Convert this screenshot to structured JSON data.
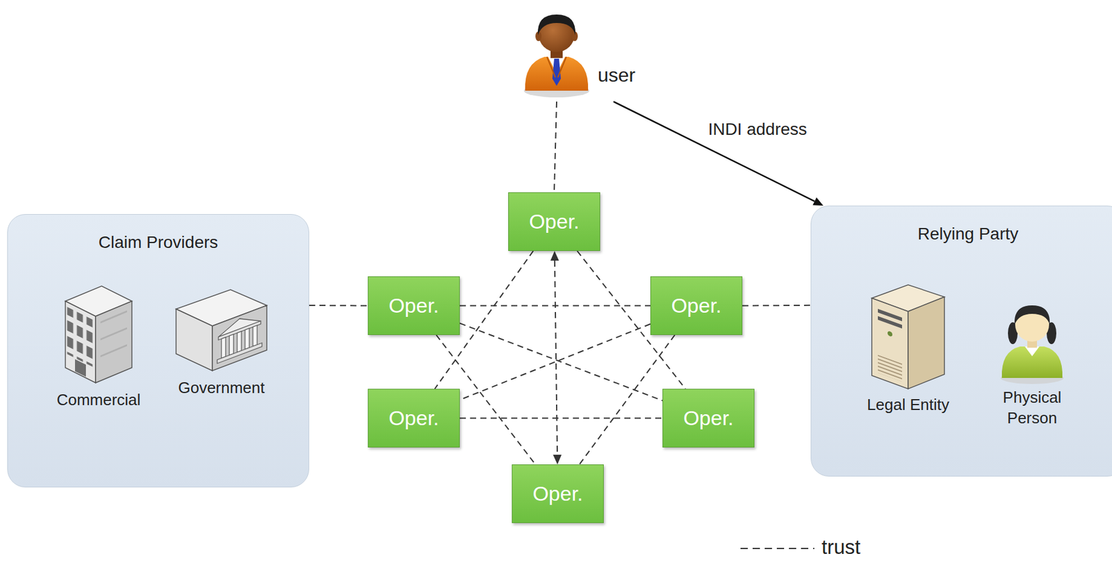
{
  "diagram": {
    "nodes": [
      {
        "text": [
          "user"
        ]
      },
      {
        "text": [
          "Claim Providers"
        ]
      },
      {
        "text": [
          "Commercial"
        ],
        "in": 1
      },
      {
        "text": [
          "Government"
        ],
        "in": 1
      },
      {
        "text": [
          "Oper."
        ]
      },
      {
        "text": [
          "Oper."
        ]
      },
      {
        "text": [
          "Oper."
        ]
      },
      {
        "text": [
          "Oper."
        ]
      },
      {
        "text": [
          "Oper."
        ]
      },
      {
        "text": [
          "Oper."
        ]
      },
      {
        "text": [
          "Relying Party"
        ]
      },
      {
        "text": [
          "Legal Entity"
        ],
        "in": 10
      },
      {
        "text": [
          "Physical Person"
        ],
        "in": 10
      }
    ],
    "edges": [
      {
        "from": 0,
        "to": 4,
        "arrow": "none"
      },
      {
        "from": 0,
        "to": 10,
        "arrow": "to",
        "label": "INDI address"
      },
      {
        "from": 1,
        "to": 5,
        "arrow": "none"
      },
      {
        "from": 6,
        "to": 10,
        "arrow": "none"
      },
      {
        "from": 4,
        "to": 9,
        "arrow": "both"
      },
      {
        "from": 4,
        "to": 7,
        "arrow": "none"
      },
      {
        "from": 4,
        "to": 8,
        "arrow": "none"
      },
      {
        "from": 5,
        "to": 6,
        "arrow": "none"
      },
      {
        "from": 5,
        "to": 8,
        "arrow": "none"
      },
      {
        "from": 5,
        "to": 9,
        "arrow": "none"
      },
      {
        "from": 6,
        "to": 7,
        "arrow": "none"
      },
      {
        "from": 6,
        "to": 9,
        "arrow": "none"
      },
      {
        "from": 7,
        "to": 8,
        "arrow": "none"
      }
    ],
    "legend": [
      {
        "text": "trust"
      }
    ]
  }
}
